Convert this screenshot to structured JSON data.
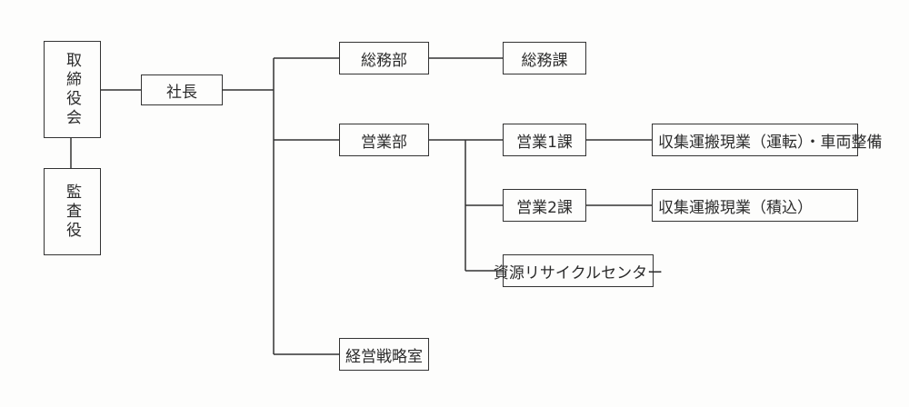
{
  "org_chart": {
    "board": "取締役会",
    "auditor": "監査役",
    "president": "社長",
    "general_affairs_dept": "総務部",
    "general_affairs_section": "総務課",
    "sales_dept": "営業部",
    "sales_section_1": "営業1課",
    "sales_section_2": "営業2課",
    "collection_1": "収集運搬現業（運転）・車両整備",
    "collection_2": "収集運搬現業（積込）",
    "recycling_center": "資源リサイクルセンター",
    "strategy_office": "経営戦略室"
  }
}
